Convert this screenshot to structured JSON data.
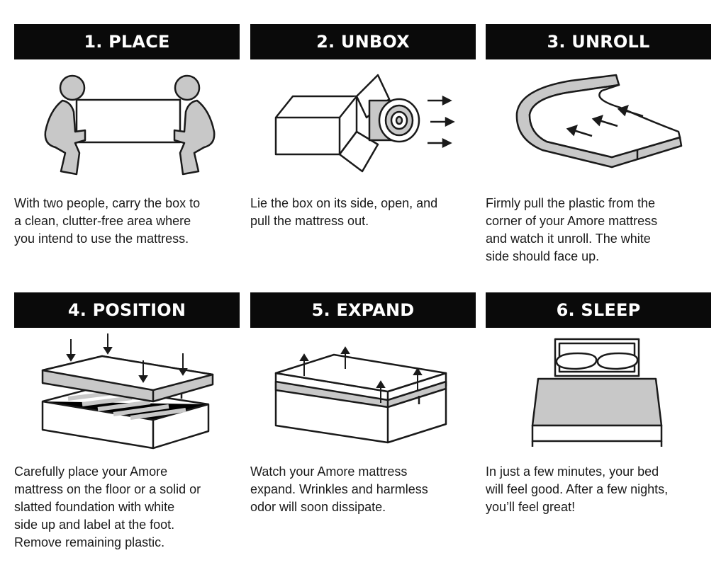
{
  "steps": [
    {
      "title": "1. PLACE",
      "lines": [
        "With two people, carry the box to",
        "a clean, clutter-free area where",
        "you intend to use the mattress."
      ]
    },
    {
      "title": "2. UNBOX",
      "lines": [
        "Lie the box on its side, open, and",
        "pull the mattress out."
      ]
    },
    {
      "title": "3. UNROLL",
      "lines": [
        "Firmly pull the plastic from the",
        "corner of your Amore mattress",
        "and watch it unroll. The white",
        "side should face up."
      ]
    },
    {
      "title": "4. POSITION",
      "lines": [
        "Carefully place your Amore",
        "mattress on the floor or a solid or",
        "slatted foundation with white",
        "side up and label at the foot.",
        "Remove remaining plastic."
      ]
    },
    {
      "title": "5. EXPAND",
      "lines": [
        "Watch your Amore mattress",
        "expand. Wrinkles and harmless",
        "odor will soon dissipate."
      ]
    },
    {
      "title": "6. SLEEP",
      "lines": [
        "In just a few minutes, your bed",
        "will feel good. After a few nights,",
        "you’ll feel great!"
      ]
    }
  ],
  "colors": {
    "header_bg": "#0a0a0a",
    "header_text": "#ffffff",
    "body_text": "#1a1a1a",
    "figure_fill": "#c8c8c8",
    "outline": "#1a1a1a"
  },
  "icons": [
    "two-people-carrying-icon",
    "box-unboxing-icon",
    "mattress-unroll-icon",
    "mattress-position-icon",
    "mattress-expand-icon",
    "bed-icon"
  ]
}
